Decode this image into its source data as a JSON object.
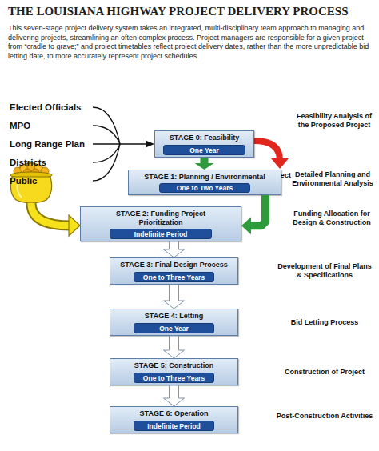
{
  "diagram": {
    "title": "THE LOUISIANA HIGHWAY PROJECT DELIVERY PROCESS",
    "nodes": [
      {
        "text": [
          "STAGE 0: Feasibility"
        ]
      },
      {
        "text": [
          "One Year"
        ],
        "in": 0
      },
      {
        "text": [
          "STAGE 1: Planning / Environmental"
        ]
      },
      {
        "text": [
          "One to Two Years"
        ],
        "in": 2
      },
      {
        "text": [
          "STAGE 2: Funding Project Prioritization"
        ]
      },
      {
        "text": [
          "Indefinite Period"
        ],
        "in": 4
      },
      {
        "text": [
          "STAGE 3: Final Design Process"
        ]
      },
      {
        "text": [
          "One to Three Years"
        ],
        "in": 6
      },
      {
        "text": [
          "STAGE 4: Letting"
        ]
      },
      {
        "text": [
          "One Year"
        ],
        "in": 8
      },
      {
        "text": [
          "STAGE 5: Construction"
        ]
      },
      {
        "text": [
          "One to Three Years"
        ],
        "in": 10
      },
      {
        "text": [
          "STAGE 6: Operation"
        ]
      },
      {
        "text": [
          "Indefinite Period"
        ],
        "in": 12
      }
    ],
    "edges": [
      {
        "from": 0,
        "to": 2,
        "arrow": "to"
      },
      {
        "from": 2,
        "to": 4,
        "arrow": "to"
      },
      {
        "from": 4,
        "to": 6,
        "arrow": "to"
      },
      {
        "from": 6,
        "to": 8,
        "arrow": "to"
      },
      {
        "from": 8,
        "to": 10,
        "arrow": "to"
      },
      {
        "from": 10,
        "to": 12,
        "arrow": "to"
      }
    ],
    "labels": [
      "This seven-stage project delivery system takes an integrated, multi-disciplinary team approach to managing and delivering projects, streamlining an often complex process. Project managers are responsible for a given project from “cradle to grave;” and project timetables reflect project delivery dates, rather than the more unpredictable bid letting date, to more accurately represent project schedules.",
      "Elected Officials",
      "MPO",
      "Long Range Plan",
      "Districts",
      "Public",
      "Reject",
      "Feasibility Analysis of the Proposed Project",
      "Detailed Planning and Environmental Analysis",
      "Funding Allocation for Design & Construction",
      "Development of Final Plans & Specifications",
      "Bid Letting Process",
      "Construction of Project",
      "Post-Construction Activities"
    ]
  }
}
